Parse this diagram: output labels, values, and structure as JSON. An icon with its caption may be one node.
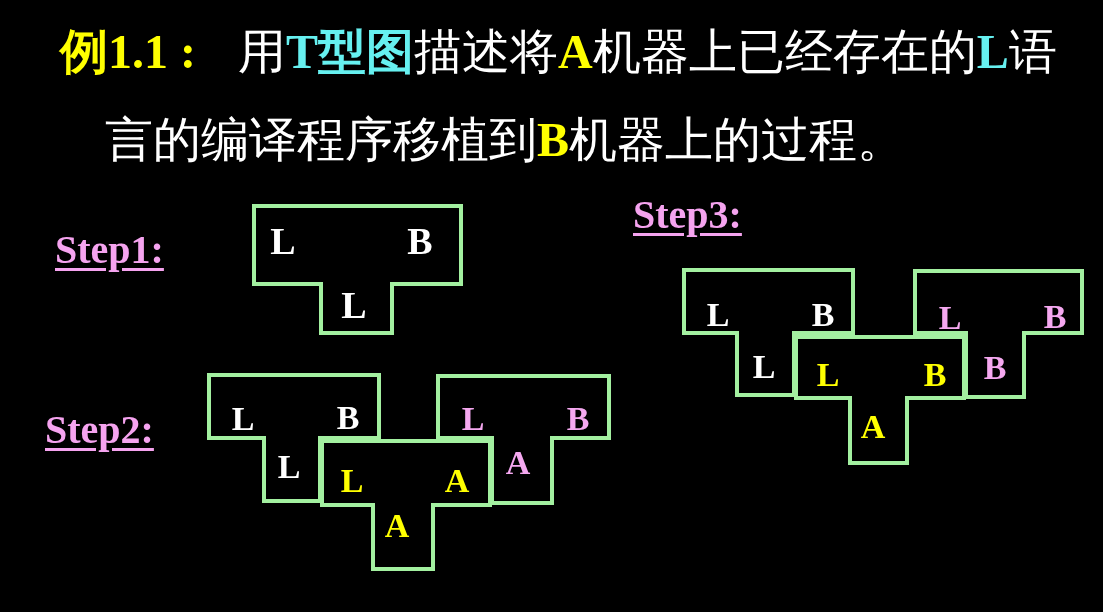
{
  "diagram": {
    "title": "**例1.1 :** 用**T型图**描述将**A**机器上已经存在的**L**语言的编译程序移植到**B**机器上的过程。",
    "nodes": [
      {
        "text": [
          "L",
          "B",
          "L"
        ]
      },
      {
        "text": [
          "L",
          "B",
          "L"
        ]
      },
      {
        "text": [
          "L",
          "A",
          "A"
        ]
      },
      {
        "text": [
          "L",
          "B",
          "A"
        ]
      },
      {
        "text": [
          "L",
          "B",
          "L"
        ]
      },
      {
        "text": [
          "L",
          "B",
          "A"
        ]
      },
      {
        "text": [
          "L",
          "B",
          "B"
        ]
      }
    ],
    "labels": [
      "Step1:",
      "Step2:",
      "Step3:"
    ]
  }
}
